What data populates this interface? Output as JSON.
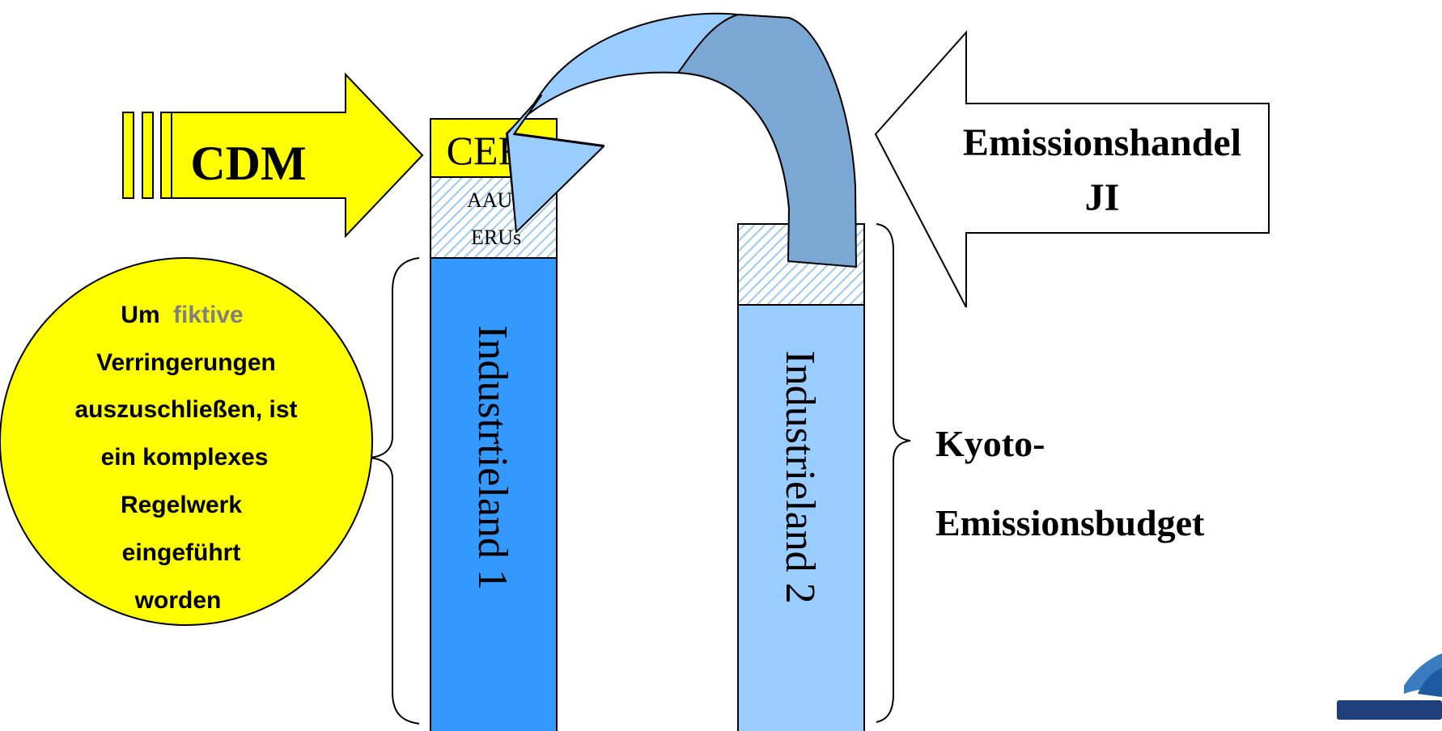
{
  "cdm_arrow": {
    "label": "CDM"
  },
  "cers_box": {
    "label": "CERs"
  },
  "hatched_top_1": {
    "line1": "AAU",
    "line2": "ERUs"
  },
  "country_1": {
    "label": "Industrtieland 1"
  },
  "country_2": {
    "label": "Industrieland 2"
  },
  "trade_arrow": {
    "line1": "Emissionshandel",
    "line2": "JI"
  },
  "budget_label": {
    "line1": "Kyoto-",
    "line2": "Emissionsbudget"
  },
  "callout": {
    "w1": "Um",
    "w2": "fiktive",
    "line2": "Verringerungen",
    "line3": "auszuschließen, ist",
    "line4": "ein komplexes",
    "line5": "Regelwerk",
    "line6": "eingeführt",
    "line7": "worden"
  },
  "colors": {
    "yellow": "#ffff00",
    "country_1_blue": "#3399ff",
    "country_2_blue": "#99ccff",
    "transfer_arrow_light": "#99ccff",
    "transfer_arrow_dark": "#7aa7d4",
    "highlight_grey": "#808080"
  },
  "logo": {
    "icon": "logo-mark"
  }
}
